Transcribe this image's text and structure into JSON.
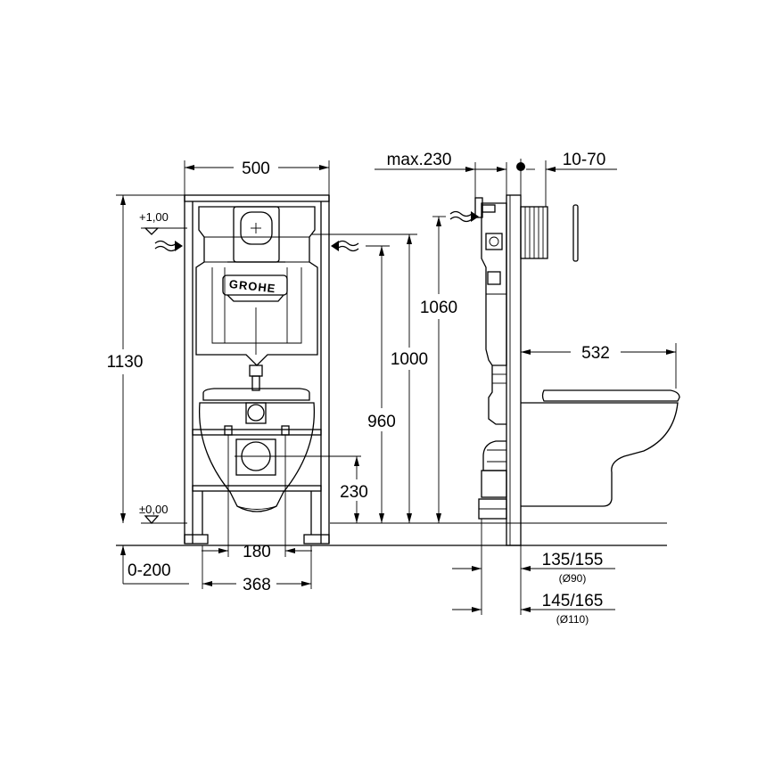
{
  "dimensions": {
    "frame_width": "500",
    "height_total": "1130",
    "height_1060": "1060",
    "height_1000": "1000",
    "height_960": "960",
    "height_230": "230",
    "bolt_spacing": "180",
    "feet_width": "368",
    "foot_adjust": "0-200",
    "max_depth": "max.230",
    "wall_range": "10-70",
    "bowl_projection": "532",
    "drain_90": "135/155",
    "drain_90_dia": "(Ø90)",
    "drain_110": "145/165",
    "drain_110_dia": "(Ø110)"
  },
  "levels": {
    "upper": "+1,00",
    "floor": "±0,00"
  },
  "brand": "GROHE"
}
